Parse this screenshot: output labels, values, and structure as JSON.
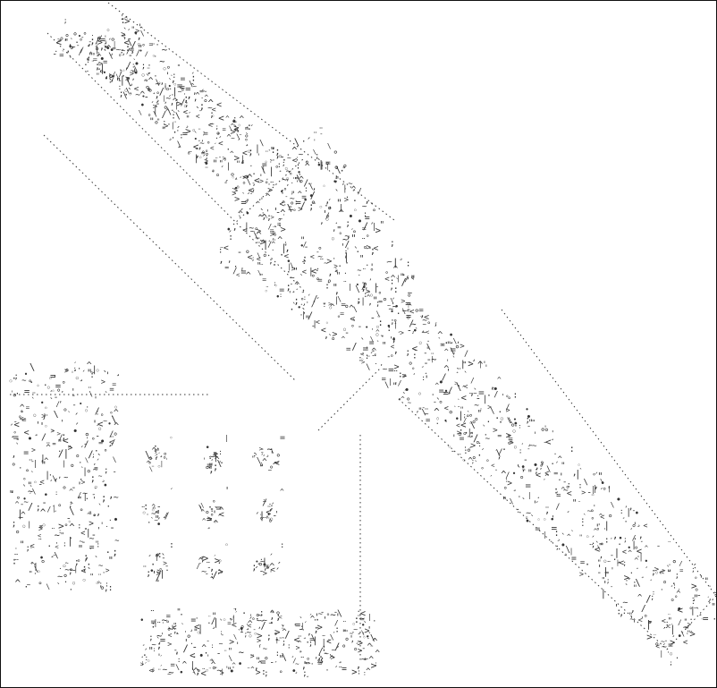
{
  "diagram": {
    "background_color": "#ffffff",
    "ink_color": "#333333",
    "frame_color": "#111111",
    "glyph_alphabet": [
      "'",
      "`",
      ",",
      ".",
      "-",
      "~",
      "\"",
      ";",
      ":",
      "·",
      "°",
      "^",
      "¸",
      "´",
      "¨",
      "|",
      "/",
      "\\",
      "=",
      "<",
      ">",
      "•",
      "∘",
      "◦"
    ],
    "clusters": [
      {
        "id": "diagonal-a-head",
        "kind": "scatter",
        "density": 0.55
      },
      {
        "id": "diagonal-a-band",
        "kind": "band",
        "density": 0.6
      },
      {
        "id": "diagonal-a-tail",
        "kind": "scatter",
        "density": 0.5
      },
      {
        "id": "diagonal-b-head",
        "kind": "scatter",
        "density": 0.45
      },
      {
        "id": "diagonal-b-band",
        "kind": "band",
        "density": 0.55
      },
      {
        "id": "left-column",
        "kind": "column",
        "density": 0.6
      },
      {
        "id": "grid-block",
        "kind": "grid",
        "density": 0.5
      },
      {
        "id": "bottom-row",
        "kind": "row",
        "density": 0.6
      }
    ]
  }
}
